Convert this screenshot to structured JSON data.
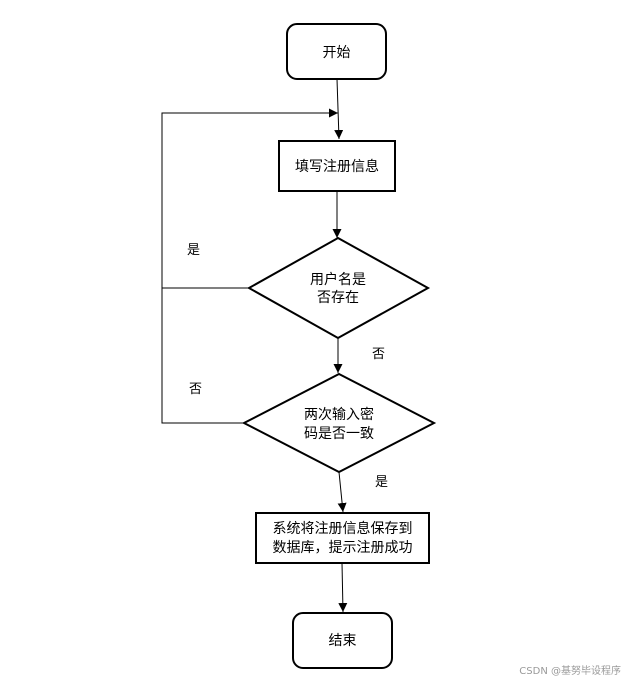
{
  "nodes": {
    "start": "开始",
    "fill": "填写注册信息",
    "check_exists_line1": "用户名是",
    "check_exists_line2": "否存在",
    "check_pwd_line1": "两次输入密",
    "check_pwd_line2": "码是否一致",
    "save_line1": "系统将注册信息保存到",
    "save_line2": "数据库，提示注册成功",
    "end": "结束"
  },
  "edges": {
    "exists_yes": "是",
    "exists_no": "否",
    "pwd_no": "否",
    "pwd_yes": "是"
  },
  "watermark": "CSDN @基努毕设程序"
}
